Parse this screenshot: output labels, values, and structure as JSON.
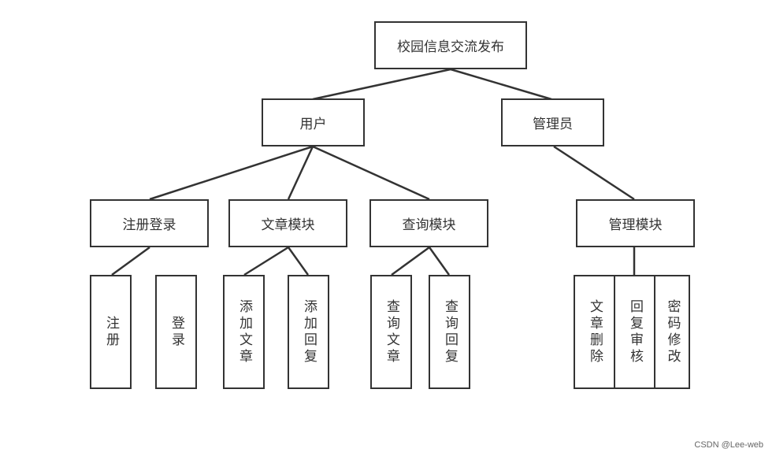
{
  "root": "校园信息交流发布",
  "user": "用户",
  "admin": "管理员",
  "modules": {
    "register_login": "注册登录",
    "article": "文章模块",
    "query": "查询模块",
    "manage": "管理模块"
  },
  "leaves": {
    "register": "注册",
    "login": "登录",
    "add_article": "添加文章",
    "add_reply": "添加回复",
    "query_article": "查询文章",
    "query_reply": "查询回复",
    "delete_article": "文章删除",
    "reply_review": "回复审核",
    "password_change": "密码修改"
  },
  "watermark": "CSDN @Lee-web"
}
